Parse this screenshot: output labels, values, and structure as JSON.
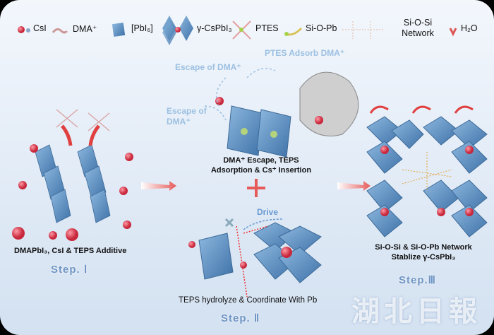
{
  "legend": {
    "csi": "CsI",
    "dma": "DMA⁺",
    "pbi6": "[PbI₆]",
    "gamma_cspbi3": "γ-CsPbI₃",
    "ptes": "PTES",
    "si_o_pb": "Si-O-Pb",
    "si_o_si": "Si-O-Si Network",
    "h2o": "H₂O"
  },
  "step1": {
    "caption": "DMAPbI₃, CsI & TEPS Additive",
    "step": "Step. Ⅰ"
  },
  "step2_top": {
    "adsorb": "PTES Adsorb DMA⁺",
    "escape1": "Escape of DMA⁺",
    "escape2": "Escape of DMA⁺",
    "caption": "DMA⁺ Escape, TEPS Adsorption & Cs⁺ Insertion"
  },
  "step2_bottom": {
    "drive": "Drive",
    "caption": "TEPS hydrolyze & Coordinate With Pb",
    "step": "Step. Ⅱ"
  },
  "step3": {
    "caption": "Si-O-Si & Si-O-Pb Network Stablize γ-CsPbI₃",
    "step": "Step.Ⅲ"
  },
  "watermark": "湖北日報",
  "colors": {
    "octahedron": "#5b8fc0",
    "cs": "#e0475a",
    "background": "#e6eef8",
    "step_text": "#6f95c4"
  }
}
